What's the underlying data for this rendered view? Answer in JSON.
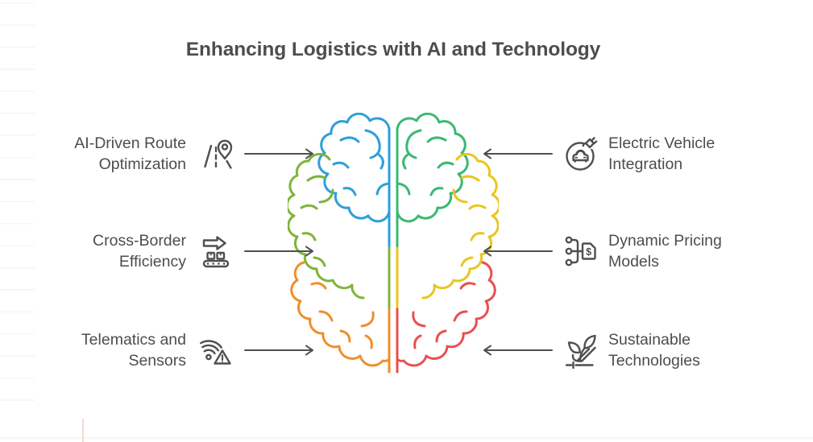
{
  "title": "Enhancing Logistics with AI and Technology",
  "left_items": [
    {
      "line1": "AI-Driven Route",
      "line2": "Optimization",
      "icon": "route-pin"
    },
    {
      "line1": "Cross-Border",
      "line2": "Efficiency",
      "icon": "conveyor-export"
    },
    {
      "line1": "Telematics and",
      "line2": "Sensors",
      "icon": "wifi-sensor-alert"
    }
  ],
  "right_items": [
    {
      "line1": "Electric Vehicle",
      "line2": "Integration",
      "icon": "electric-car"
    },
    {
      "line1": "Dynamic Pricing",
      "line2": "Models",
      "icon": "dynamic-price-tag"
    },
    {
      "line1": "Sustainable",
      "line2": "Technologies",
      "icon": "plant-sprout"
    }
  ],
  "icons": {
    "price_tag_symbol": "$"
  },
  "colors": {
    "text": "#4D4D4D",
    "line_art": "#4F4F4F",
    "brain": {
      "top_left": "#2D9FD9",
      "top_right": "#3BB873",
      "middle_left": "#7FB43A",
      "middle_right": "#E8C61F",
      "bottom_left": "#EF8E2C",
      "bottom_right": "#E94F4F"
    },
    "decor": {
      "ruling": "#F6F6F6",
      "pink_line": "#F6D9D4"
    }
  }
}
